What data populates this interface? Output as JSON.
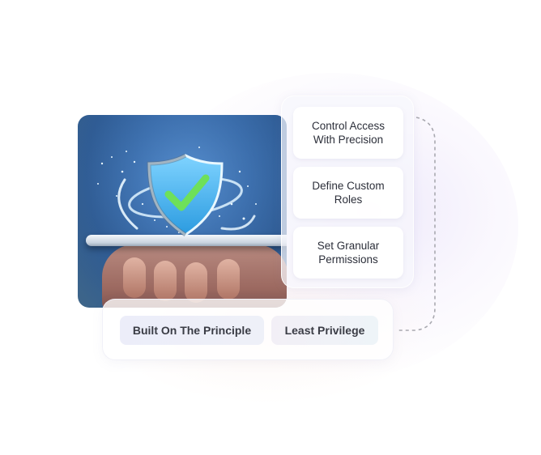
{
  "features": [
    {
      "label": "Control Access With Precision",
      "line1": "Control Access",
      "line2": "With Precision"
    },
    {
      "label": "Define Custom Roles",
      "line1": "Define Custom",
      "line2": "Roles"
    },
    {
      "label": "Set Granular Permissions",
      "line1": "Set Granular",
      "line2": "Permissions"
    }
  ],
  "principle": {
    "pills": [
      {
        "label": "Built On The Principle"
      },
      {
        "label": "Least Privilege"
      }
    ]
  },
  "illustration": {
    "subject": "hand holding tablet with security shield and checkmark",
    "icon": "shield-check-icon",
    "colors": {
      "shield": "#3fb6f0",
      "check": "#6ee05a",
      "background": "#3a6eaf"
    }
  },
  "colors": {
    "text": "#2c2f3a",
    "pill_text": "#3a3c45",
    "connector": "#a8a8ae",
    "glow": "#ece6fa"
  }
}
